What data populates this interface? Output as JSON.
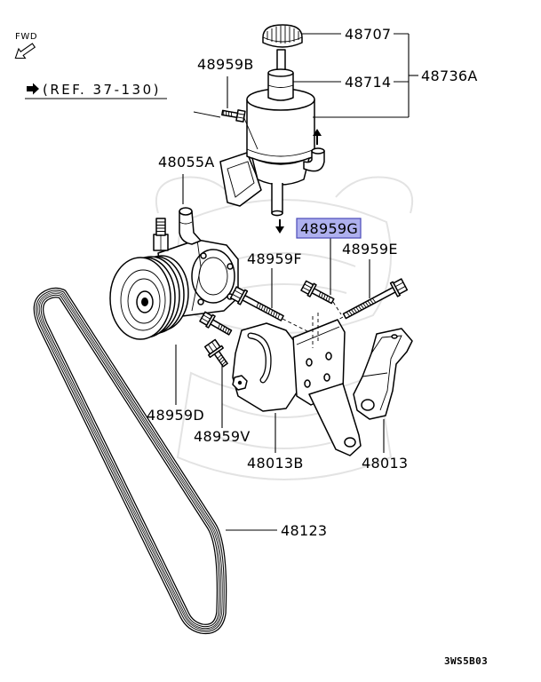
{
  "fwd_label": "FWD",
  "reference": {
    "icon": "right-arrow-icon",
    "text": "(REF. 37-130)"
  },
  "callouts": {
    "p48707": {
      "label": "48707",
      "selected": false
    },
    "p48714": {
      "label": "48714",
      "selected": false
    },
    "p48736A": {
      "label": "48736A",
      "selected": false
    },
    "p48959B": {
      "label": "48959B",
      "selected": false
    },
    "p48055A": {
      "label": "48055A",
      "selected": false
    },
    "p48959G": {
      "label": "48959G",
      "selected": true
    },
    "p48959E": {
      "label": "48959E",
      "selected": false
    },
    "p48959F": {
      "label": "48959F",
      "selected": false
    },
    "p48959D": {
      "label": "48959D",
      "selected": false
    },
    "p48959V": {
      "label": "48959V",
      "selected": false
    },
    "p48013B": {
      "label": "48013B",
      "selected": false
    },
    "p48013": {
      "label": "48013",
      "selected": false
    },
    "p48123": {
      "label": "48123",
      "selected": false
    }
  },
  "drawing_id": "3WS5B03",
  "icons": {
    "forward": "fwd-arrow-icon",
    "reference": "right-arrow-icon",
    "flow_down": "down-arrow-icon",
    "flow_up": "up-arrow-icon"
  },
  "colors": {
    "ink": "#000000",
    "highlight_fill": "#aeb0ee",
    "highlight_border": "#4a4ab8",
    "watermark": "#e3e3e3"
  }
}
